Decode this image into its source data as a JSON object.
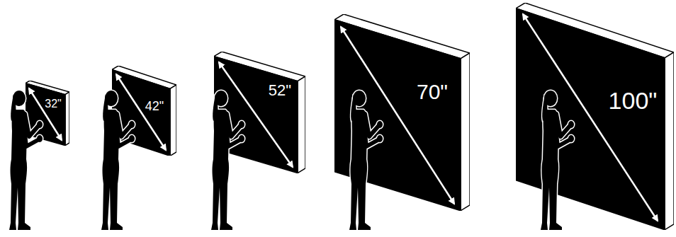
{
  "diagram": {
    "nodes": [
      {
        "text": [
          "32\""
        ]
      },
      {
        "text": [
          "42\""
        ]
      },
      {
        "text": [
          "52\""
        ]
      },
      {
        "text": [
          "70\""
        ]
      },
      {
        "text": [
          "100\""
        ]
      }
    ]
  }
}
